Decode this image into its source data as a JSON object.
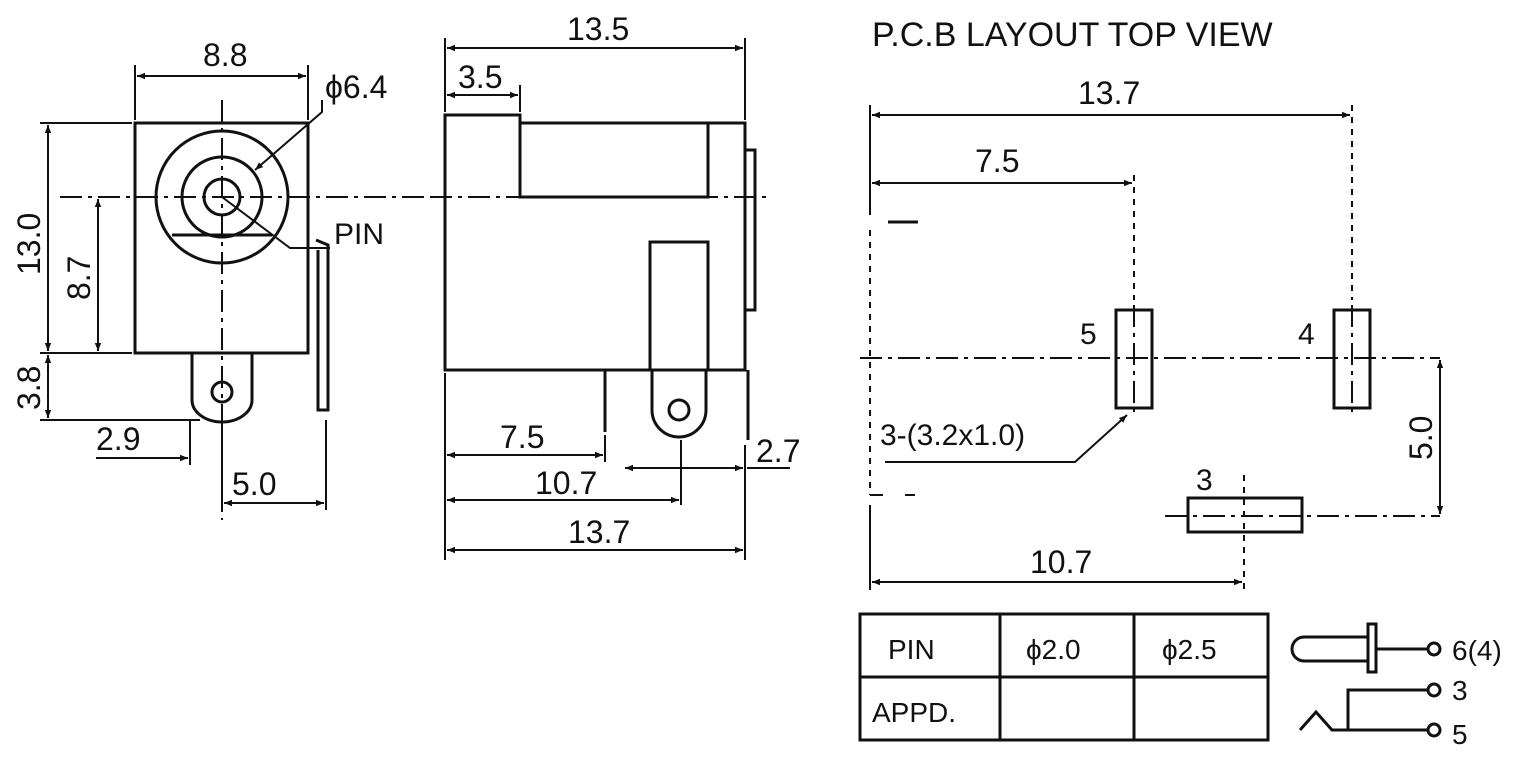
{
  "front_view": {
    "width_label": "8.8",
    "hole_label": "ϕ6.4",
    "height_label": "13.0",
    "center_height_label": "8.7",
    "tab_label": "3.8",
    "pin_label": "PIN",
    "offset_label": "2.9",
    "pin_spacing_label": "5.0"
  },
  "side_view": {
    "length_label": "13.5",
    "front_label": "3.5",
    "pin1_label": "7.5",
    "pin2_label": "10.7",
    "overall_label": "13.7",
    "pin_offset_label": "2.7"
  },
  "pcb_layout": {
    "title": "P.C.B LAYOUT  TOP VIEW",
    "width_label": "13.7",
    "pin5_label": "7.5",
    "slot_label": "3-(3.2x1.0)",
    "pin3_label": "10.7",
    "height_label": "5.0",
    "pin5_number": "5",
    "pin4_number": "4",
    "pin3_number": "3"
  },
  "pin_table": {
    "header": [
      "PIN",
      "ϕ2.0",
      "ϕ2.5"
    ],
    "row_label": "APPD.",
    "row_values": [
      "",
      ""
    ]
  },
  "schematic": {
    "pin_center": "6(4)",
    "pin_a": "3",
    "pin_b": "5"
  }
}
